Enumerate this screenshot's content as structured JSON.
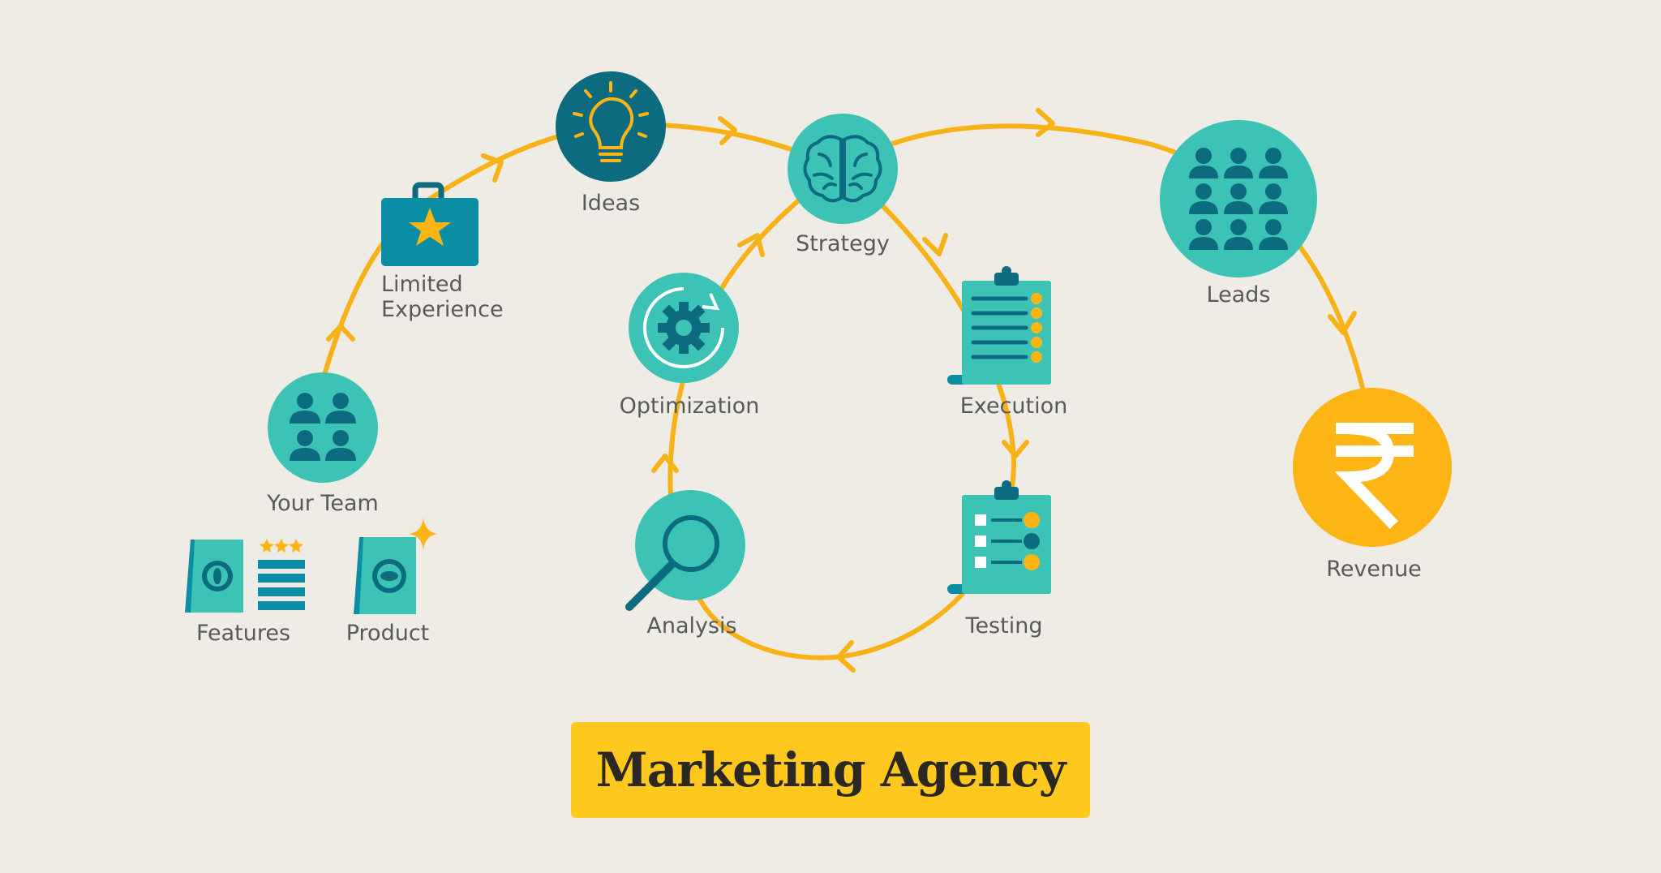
{
  "colors": {
    "background": "#efebe5",
    "flow_line": "#f7b217",
    "teal": "#3cc3b5",
    "dark_teal": "#0c6b7e",
    "icon_blue": "#0b8da3",
    "gold": "#fdb515",
    "banner": "#fec81e",
    "label": "#58595b"
  },
  "nodes": {
    "features": {
      "label": "Features",
      "icon": "feature-sheet-icon"
    },
    "product": {
      "label": "Product",
      "icon": "product-sheet-icon"
    },
    "your_team": {
      "label": "Your Team",
      "icon": "team-icon"
    },
    "limited_experience": {
      "label_line1": "Limited",
      "label_line2": "Experience",
      "icon": "briefcase-star-icon"
    },
    "ideas": {
      "label": "Ideas",
      "icon": "lightbulb-icon"
    },
    "strategy": {
      "label": "Strategy",
      "icon": "brain-icon"
    },
    "execution": {
      "label": "Execution",
      "icon": "clipboard-checklist-icon"
    },
    "testing": {
      "label": "Testing",
      "icon": "clipboard-test-icon"
    },
    "analysis": {
      "label": "Analysis",
      "icon": "magnifier-icon"
    },
    "optimization": {
      "label": "Optimization",
      "icon": "gear-refresh-icon"
    },
    "leads": {
      "label": "Leads",
      "icon": "crowd-icon"
    },
    "revenue": {
      "label": "Revenue",
      "icon": "rupee-icon"
    }
  },
  "banner": {
    "title": "Marketing Agency"
  }
}
